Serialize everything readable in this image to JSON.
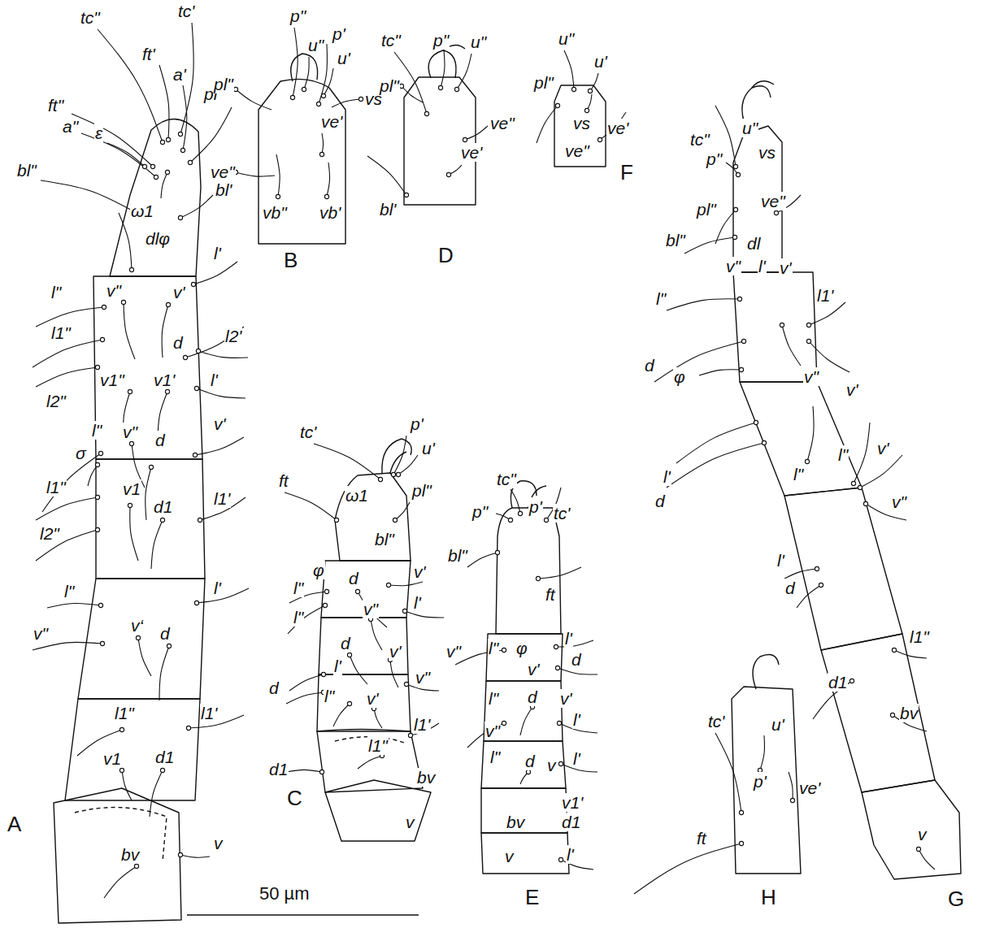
{
  "diagram": {
    "labels": [
      "tc\"",
      "tc'",
      "ft'",
      "a'",
      "ft\"",
      "a\"",
      "ε",
      "pl'",
      "bl\"",
      "ω1",
      "bl'",
      "dlφ",
      "l'",
      "l\"",
      "v\"",
      "v'",
      "l1\"",
      "d",
      "l2'",
      "v1\"",
      "v1'",
      "l2\"",
      "l'",
      "l\"",
      "σ",
      "v\"",
      "d",
      "v'",
      "l1\"",
      "v1",
      "d1",
      "l1'",
      "l2\"",
      "l\"",
      "l'",
      "v\"",
      "v‘",
      "d",
      "l1\"",
      "l1'",
      "v1",
      "d1",
      "bv",
      "v",
      "A",
      "p\"",
      "u\"",
      "p'",
      "u'",
      "pl\"",
      "vs",
      "ve'",
      "ve\"",
      "vb\"",
      "vb'",
      "B",
      "tc\"",
      "p\"",
      "u\"",
      "pl\"",
      "ve\"",
      "ve'",
      "bl'",
      "D",
      "u\"",
      "u'",
      "pl\"",
      "vs",
      "ve'",
      "ve\"",
      "F",
      "tc'",
      "p'",
      "u'",
      "ft",
      "ω1",
      "pl\"",
      "bl\"",
      "φ",
      "v'",
      "d",
      "l\"",
      "l'",
      "l\"",
      "v\"",
      "d",
      "v'",
      "l'",
      "d",
      "l\"",
      "v'",
      "v\"",
      "l1\"",
      "l1'",
      "d1",
      "bv",
      "v",
      "C",
      "tc\"",
      "p\"",
      "p'",
      "tc'",
      "bl\"",
      "ft",
      "v\"",
      "l\"",
      "φ",
      "l'",
      "d",
      "v'",
      "l\"",
      "d",
      "v'",
      "l'",
      "v\"",
      "l\"",
      "d",
      "v",
      "l'",
      "v1'",
      "d1",
      "bv",
      "v",
      "l'",
      "E",
      "tc\"",
      "p\"",
      "u\"",
      "vs",
      "pl\"",
      "ve\"",
      "bl\"",
      "dl",
      "l'",
      "v\"",
      "v'",
      "l\"",
      "l1'",
      "d",
      "φ",
      "v\"",
      "v'",
      "l'",
      "d",
      "l\"",
      "l\"",
      "v'",
      "v\"",
      "l'",
      "d",
      "l1\"",
      "d1",
      "bv",
      "v",
      "G",
      "tc'",
      "u'",
      "p'",
      "ve'",
      "ft",
      "H",
      "50 µm"
    ]
  }
}
